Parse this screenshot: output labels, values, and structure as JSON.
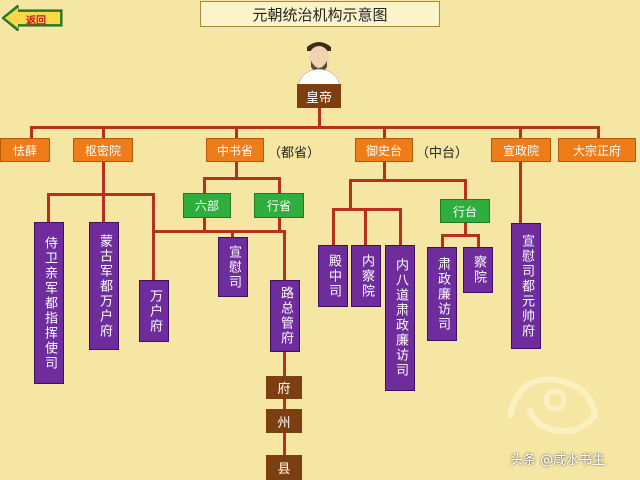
{
  "title": "元朝统治机构示意图",
  "back_button": "返回",
  "emperor": "皇帝",
  "top_level": {
    "qiexue": "怯薛",
    "shumiyuan": "枢密院",
    "zhongshusheng": "中书省",
    "dusheng_note": "（都省）",
    "yushitai": "御史台",
    "zhongtai_note": "（中台）",
    "xuanzhengyuan": "宣政院",
    "dazongzhengfu": "大宗正府"
  },
  "mid_level": {
    "liubu": "六部",
    "xingsheng": "行省",
    "xingtai": "行台"
  },
  "leaves": {
    "shiwei": "侍卫亲军都指挥使司",
    "menggu": "蒙古军都万户府",
    "wanhu": "万户府",
    "xuanweisi": "宣慰司",
    "luzongguan": "路总管府",
    "dianzhong": "殿中司",
    "neicha": "内察院",
    "neibadao": "内八道肃政廉访司",
    "suzheng": "肃政廉访司",
    "chayuan": "察院",
    "xuanweiyuanshuai": "宣慰司都元帅府"
  },
  "local": {
    "fu": "府",
    "zhou": "州",
    "xian": "县"
  },
  "watermark": "头条 @咸水书生",
  "colors": {
    "background": "#f6e6a4",
    "orange": "#ef7c16",
    "green": "#2fae3e",
    "purple": "#6e2c9c",
    "brown": "#7b3f12",
    "line": "#b5301d"
  }
}
